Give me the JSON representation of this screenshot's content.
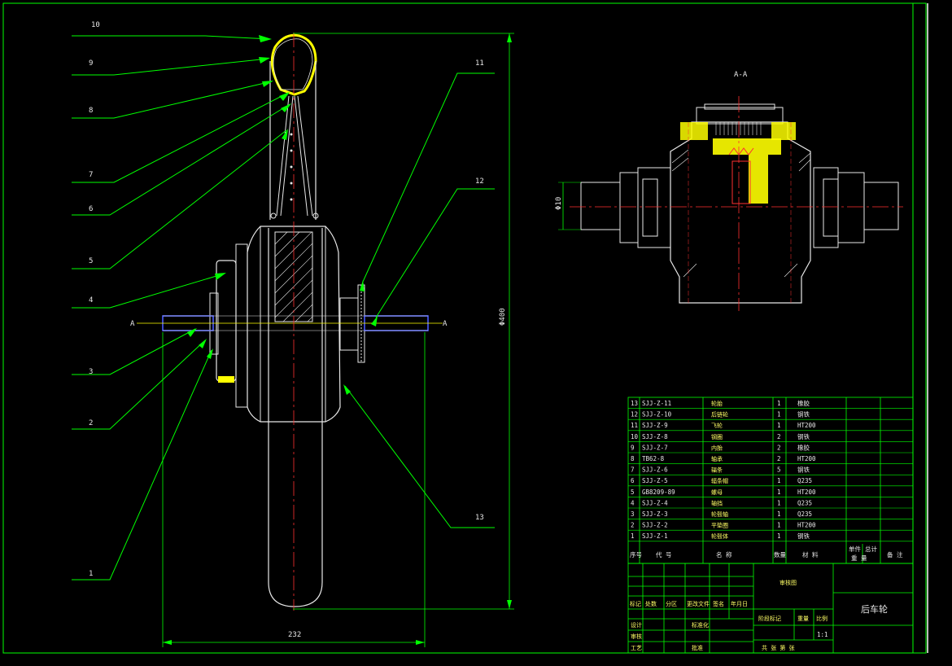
{
  "drawing": {
    "section_label": "A-A",
    "section_mark": "A",
    "dim_overall_height": "Φ400",
    "dim_width": "232",
    "dim_axle": "Φ10",
    "title": "后车轮",
    "scale": "1:1",
    "author_mark": "审核图"
  },
  "callouts": [
    "10",
    "9",
    "8",
    "7",
    "6",
    "5",
    "4",
    "3",
    "2",
    "1",
    "11",
    "12",
    "13"
  ],
  "bom": {
    "rows": [
      {
        "no": "13",
        "code": "SJJ-Z-11",
        "name": "轮胎",
        "qty": "1",
        "material": "橡胶"
      },
      {
        "no": "12",
        "code": "SJJ-Z-10",
        "name": "后链轮",
        "qty": "1",
        "material": "钢铁"
      },
      {
        "no": "11",
        "code": "SJJ-Z-9",
        "name": "飞轮",
        "qty": "1",
        "material": "HT200"
      },
      {
        "no": "10",
        "code": "SJJ-Z-8",
        "name": "钢圈",
        "qty": "2",
        "material": "钢铁"
      },
      {
        "no": "9",
        "code": "SJJ-Z-7",
        "name": "内胎",
        "qty": "2",
        "material": "橡胶"
      },
      {
        "no": "8",
        "code": "TB62-8",
        "name": "轴承",
        "qty": "2",
        "material": "HT200"
      },
      {
        "no": "7",
        "code": "SJJ-Z-6",
        "name": "辐条",
        "qty": "5",
        "material": "钢铁"
      },
      {
        "no": "6",
        "code": "SJJ-Z-5",
        "name": "辐条帽",
        "qty": "1",
        "material": "Q235"
      },
      {
        "no": "5",
        "code": "GB8209-89",
        "name": "螺母",
        "qty": "1",
        "material": "HT200"
      },
      {
        "no": "4",
        "code": "SJJ-Z-4",
        "name": "轴挡",
        "qty": "1",
        "material": "Q235"
      },
      {
        "no": "3",
        "code": "SJJ-Z-3",
        "name": "轮毂轴",
        "qty": "1",
        "material": "Q235"
      },
      {
        "no": "2",
        "code": "SJJ-Z-2",
        "name": "平垫圈",
        "qty": "1",
        "material": "HT200"
      },
      {
        "no": "1",
        "code": "SJJ-Z-1",
        "name": "轮毂体",
        "qty": "1",
        "material": "钢铁"
      }
    ],
    "header": {
      "no": "序号",
      "code": "代 号",
      "name": "名 称",
      "qty": "数量",
      "material": "材 料",
      "unit_weight": "单件",
      "total_weight": "总计",
      "weight": "重 量",
      "remarks": "备 注"
    }
  },
  "title_block": {
    "labels": [
      "标记",
      "处数",
      "分区",
      "更改文件",
      "签名",
      "年月日",
      "设计",
      "标准化",
      "审核",
      "工艺",
      "批准",
      "阶段标记",
      "重量",
      "比例",
      "共 张 第 张"
    ]
  },
  "colors": {
    "bg": "#000000",
    "line": "#00ff00",
    "white": "#e8e8e8",
    "yellow": "#ffff00",
    "red": "#ff3030",
    "blue": "#4a5aff",
    "leader": "#00ff00"
  }
}
